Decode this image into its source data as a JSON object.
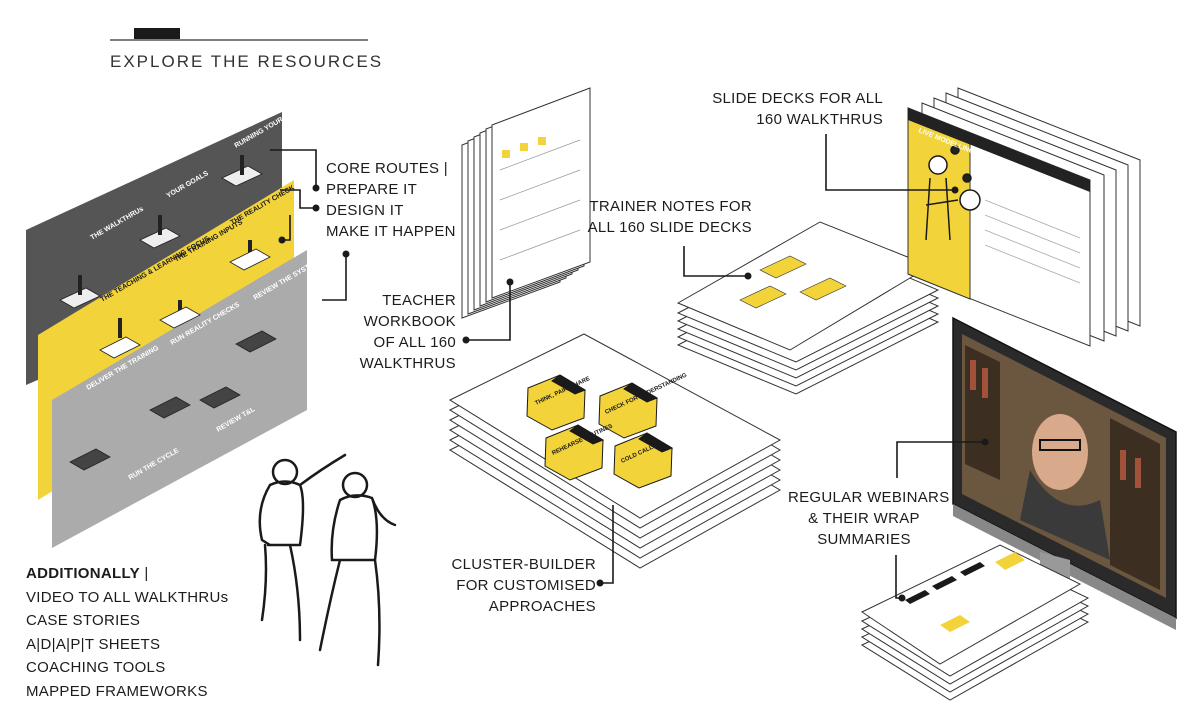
{
  "heading": "EXPLORE THE RESOURCES",
  "labels": {
    "core_routes": [
      "CORE ROUTES |",
      "PREPARE IT",
      "DESIGN IT",
      "MAKE IT HAPPEN"
    ],
    "teacher_workbook": [
      "TEACHER",
      "WORKBOOK",
      "OF ALL 160",
      "WALKTHRUS"
    ],
    "trainer_notes": [
      "TRAINER NOTES FOR",
      "ALL 160 SLIDE DECKS"
    ],
    "slide_decks": [
      "SLIDE DECKS FOR ALL",
      "160 WALKTHRUS"
    ],
    "cluster_builder": [
      "CLUSTER-BUILDER",
      "FOR CUSTOMISED",
      "APPROACHES"
    ],
    "webinars": [
      "REGULAR WEBINARS",
      "& THEIR WRAP",
      "SUMMARIES"
    ]
  },
  "additionally": {
    "title": "ADDITIONALLY",
    "separator": " |",
    "items": [
      "VIDEO TO ALL WALKTHRUs",
      "CASE STORIES",
      "A|D|A|P|T SHEETS",
      "COACHING TOOLS",
      "MAPPED FRAMEWORKS"
    ]
  },
  "panels": {
    "top": [
      "RUNNING YOUR PILOT",
      "YOUR GOALS",
      "THE WALKTHRUs",
      "THE REALITY CHECK",
      "THE TRAINING INPUTS",
      "THE TEACHING & LEARNING FOCUS"
    ],
    "middle": [
      "RUN REALITY CHECKS",
      "REVIEW THE SYSTEM"
    ],
    "bottom": [
      "DELIVER THE TRAINING",
      "RUN THE CYCLE",
      "REVIEW T&L"
    ]
  },
  "hexagons": [
    "THINK, PAIR, SHARE",
    "CHECK FOR UNDERSTANDING",
    "REHEARSE ROUTINES",
    "COLD CALLING"
  ],
  "slide_title": "LIVE MODELLING",
  "colors": {
    "yellow": "#f2d33a",
    "dark": "#555555",
    "grey": "#a9a9a9",
    "ink": "#1a1a1a"
  }
}
